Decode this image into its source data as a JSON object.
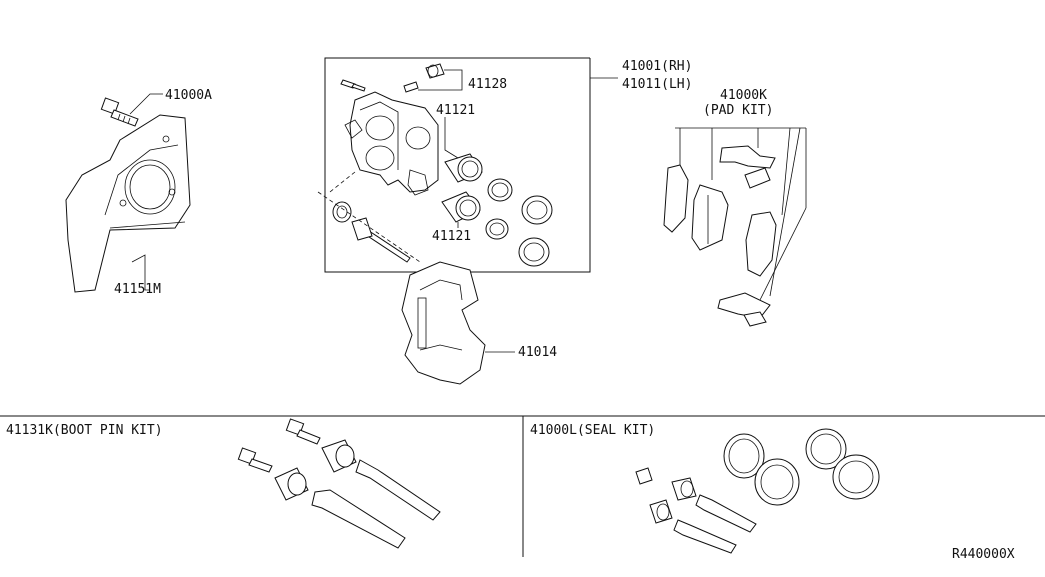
{
  "labels": {
    "p41000A": "41000A",
    "p41151M": "41151M",
    "p41128": "41128",
    "p41121_top": "41121",
    "p41121_bot": "41121",
    "p41001": "41001(RH)",
    "p41011": "41011(LH)",
    "p41000K": "41000K",
    "padkit": "(PAD KIT)",
    "p41014": "41014",
    "bootpin": "41131K(BOOT PIN KIT)",
    "sealkit": "41000L(SEAL KIT)",
    "ref": "R440000X"
  }
}
